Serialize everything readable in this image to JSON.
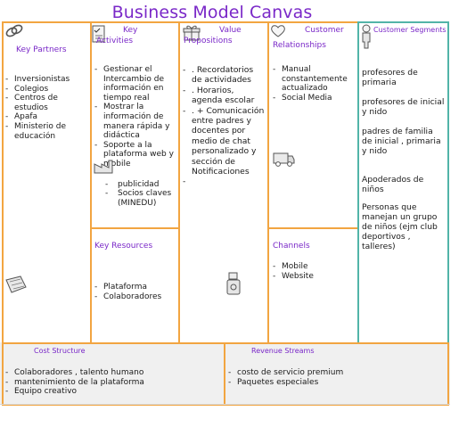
{
  "title": "Business Model Canvas",
  "sections": {
    "key_partners": {
      "heading": "Key Partners",
      "items": [
        "Inversionistas",
        "Colegios",
        "Centros de estudios",
        "Apafa",
        "Ministerio de educación"
      ]
    },
    "key_activities": {
      "heading_1": "Key",
      "heading_2": "Activities",
      "items": [
        "Gestionar el Intercambio de información en tiempo real",
        "Mostrar la información de manera rápida y didáctica",
        "Soporte a la plataforma web y mobile"
      ],
      "sub_items": [
        "publicidad",
        "Socios claves (MINEDU)"
      ]
    },
    "value_propositions": {
      "heading_1": "Value",
      "heading_2": "Propositions",
      "items": [
        ". Recordatorios de actividades",
        ". Horarios, agenda escolar",
        ". + Comunicación entre padres y docentes por medio de chat personalizado y sección de Notificaciones",
        ""
      ]
    },
    "customer_relationships": {
      "heading_1": "Customer",
      "heading_2": "Relationships",
      "items": [
        "Manual constantemente actualizado",
        "Social Media"
      ]
    },
    "customer_segments": {
      "heading": "Customer Segments",
      "paragraphs": [
        "profesores de primaria",
        "profesores de inicial y nido",
        "padres de familia de inicial , primaria y nido",
        "Apoderados de niños",
        "Personas que manejan un grupo de niños (ejm club deportivos , talleres)"
      ]
    },
    "key_resources": {
      "heading": "Key Resources",
      "items": [
        "Plataforma",
        "Colaboradores"
      ]
    },
    "channels": {
      "heading": "Channels",
      "items": [
        "Mobile",
        "Website"
      ]
    },
    "cost_structure": {
      "heading": "Cost Structure",
      "items": [
        "Colaboradores , talento humano",
        "mantenimiento de la plataforma",
        "Equipo creativo"
      ]
    },
    "revenue_streams": {
      "heading": "Revenue Streams",
      "items": [
        "costo de servicio premium",
        "Paquetes especiales"
      ]
    }
  },
  "colors": {
    "border": "#f2a541",
    "segments_border": "#52b4a8",
    "heading": "#7a28c8"
  },
  "icons": [
    "chain-link-icon",
    "checklist-icon",
    "gift-icon",
    "heart-icon",
    "person-icon",
    "factory-icon",
    "truck-icon",
    "price-tag-icon",
    "money-bag-icon"
  ]
}
